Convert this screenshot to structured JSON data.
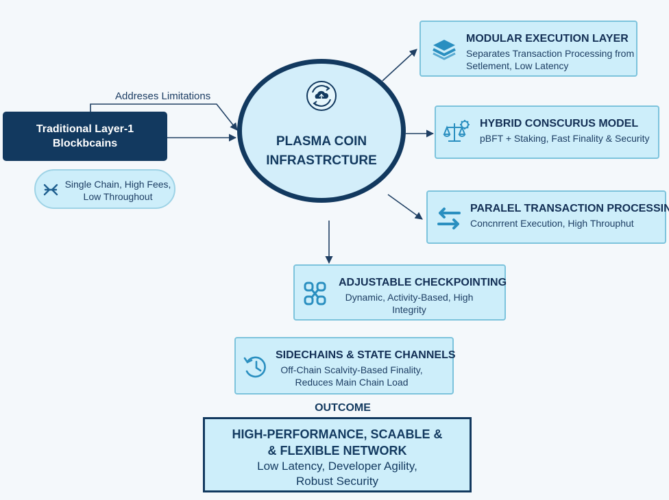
{
  "legacy": {
    "title_line1": "Traditional Layer-1",
    "title_line2": "Blockbcains",
    "limitations": "Single Chain, High Fees, Low Throughout"
  },
  "edge_label": "Addreses Limitations",
  "hub": {
    "title_line1": "PLASMA COIN",
    "title_line2": "INFRASTRCTURE"
  },
  "components": [
    {
      "title": "MODULAR EXECUTION LAYER",
      "desc": "Separates Transaction Processing from Setlement, Low Latency",
      "icon": "layers-icon"
    },
    {
      "title": "HYBRID CONSCURUS MODEL",
      "desc": "pBFT + Staking, Fast Finality & Security",
      "icon": "scale-gear-icon"
    },
    {
      "title": "PARALEL TRANSACTION PROCESSING",
      "desc": "Concnrrent Execution, High Throuphut",
      "icon": "parallel-arrows-icon"
    },
    {
      "title": "ADJUSTABLE CHECKPOINTING",
      "desc": "Dynamic, Activity-Based, High Integrity",
      "icon": "chain-link-icon"
    },
    {
      "title": "SIDECHAINS & STATE CHANNELS",
      "desc": "Off-Chain Scalvity-Based Finality, Reduces Main Chain Load",
      "icon": "clock-refresh-icon"
    }
  ],
  "outcome": {
    "label": "OUTCOME",
    "title_line1": "HIGH-PERFORMANCE, SCAABLE &",
    "title_line2": "& FLEXIBLE NETWORK",
    "desc_line1": "Low Latency, Developer Agility,",
    "desc_line2": "Robust Security"
  },
  "colors": {
    "navy": "#12395f",
    "box_fill": "#cdeefa",
    "box_border": "#7cc3dc",
    "icon_blue": "#2a8fc0"
  }
}
